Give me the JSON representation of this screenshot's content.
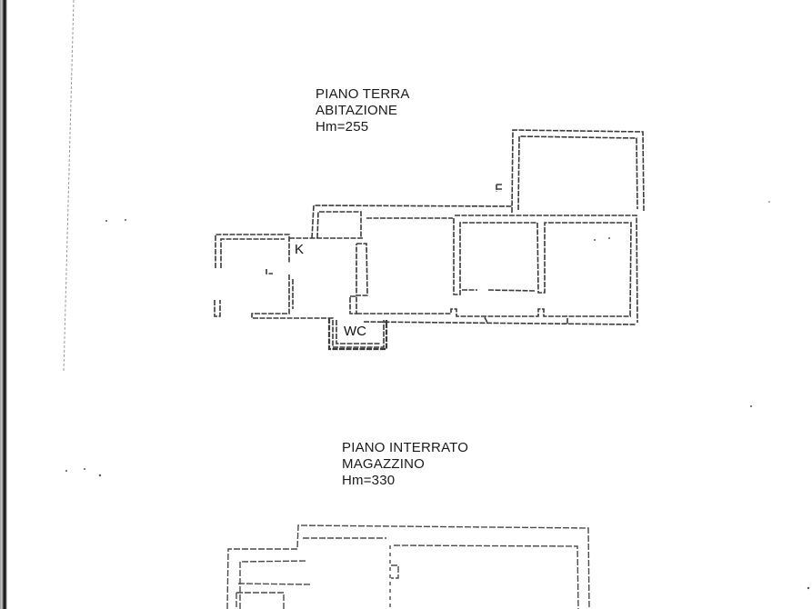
{
  "document": {
    "type": "floor-plan-scan"
  },
  "plans": [
    {
      "id": "ground-floor",
      "title": "PIANO TERRA",
      "use": "ABITAZIONE",
      "height": "Hm=255",
      "rooms": [
        {
          "label": "K"
        },
        {
          "label": "WC"
        }
      ]
    },
    {
      "id": "basement",
      "title": "PIANO INTERRATO",
      "use": "MAGAZZINO",
      "height": "Hm=330"
    }
  ],
  "colors": {
    "line": "#3a3a3a",
    "faint_line": "#8c8c8c",
    "background": "#ffffff"
  }
}
